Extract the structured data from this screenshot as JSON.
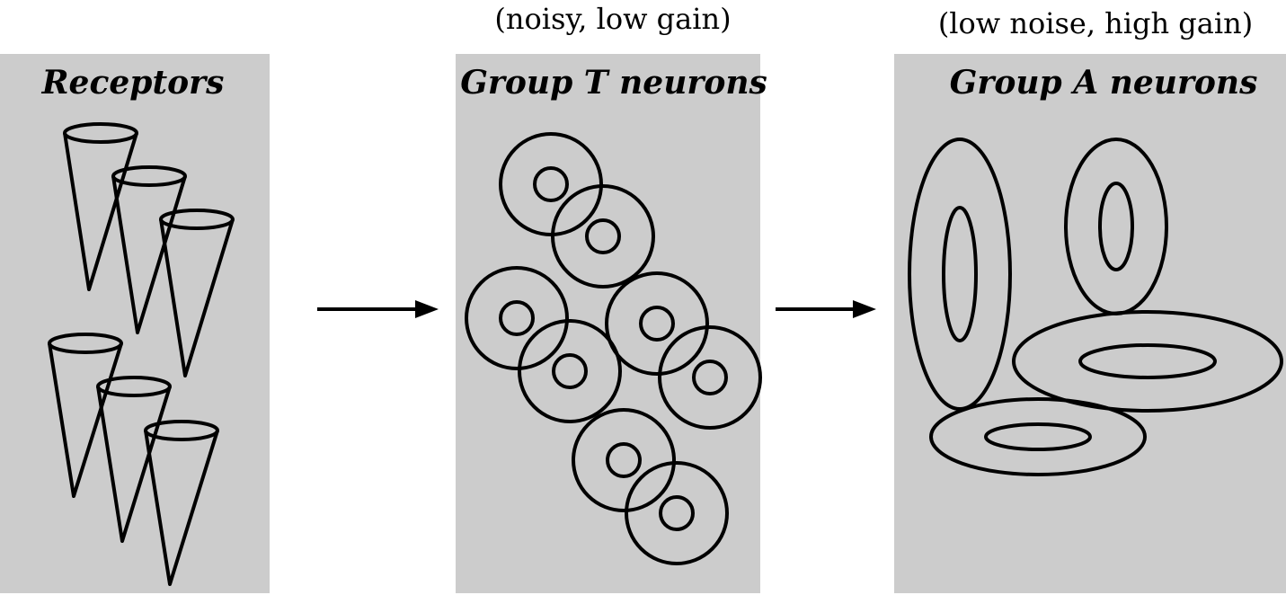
{
  "panels": {
    "receptors": {
      "title": "Receptors",
      "shape_count": 6
    },
    "group_t": {
      "title": "Group T neurons",
      "annotation": "(noisy, low gain)",
      "shape_count": 8
    },
    "group_a": {
      "title": "Group A neurons",
      "annotation": "(low noise, high gain)",
      "shape_count": 4
    }
  },
  "colors": {
    "panel_background": "#cccccc",
    "stroke": "#000000",
    "page_background": "#ffffff"
  },
  "icons": {
    "receptor": "cone-receptor-icon",
    "neuron_t": "small-donut-receptive-field",
    "neuron_a": "elongated-ellipse-receptive-field",
    "arrow": "right-arrow-icon"
  }
}
